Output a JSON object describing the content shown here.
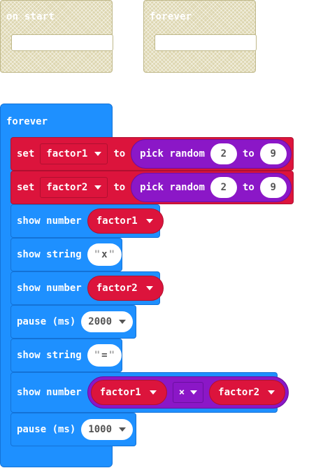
{
  "workspace": {
    "disabled_blocks": [
      {
        "label": "on start"
      },
      {
        "label": "forever"
      }
    ]
  },
  "forever_block": {
    "label": "forever",
    "statements": [
      {
        "type": "set",
        "kw_set": "set",
        "variable": "factor1",
        "kw_to": "to",
        "random": {
          "label": "pick random",
          "from": "2",
          "to_kw": "to",
          "to": "9"
        }
      },
      {
        "type": "set",
        "kw_set": "set",
        "variable": "factor2",
        "kw_to": "to",
        "random": {
          "label": "pick random",
          "from": "2",
          "to_kw": "to",
          "to": "9"
        }
      },
      {
        "type": "show_number",
        "label": "show number",
        "value": "factor1"
      },
      {
        "type": "show_string",
        "label": "show string",
        "quote_open": "\"",
        "value": "x",
        "quote_close": "\""
      },
      {
        "type": "show_number",
        "label": "show number",
        "value": "factor2"
      },
      {
        "type": "pause",
        "label": "pause (ms)",
        "value": "2000"
      },
      {
        "type": "show_string",
        "label": "show string",
        "quote_open": "\"",
        "value": "=",
        "quote_close": "\""
      },
      {
        "type": "show_number_op",
        "label": "show number",
        "left": "factor1",
        "operator": "×",
        "right": "factor2"
      },
      {
        "type": "pause",
        "label": "pause (ms)",
        "value": "1000"
      }
    ]
  },
  "colors": {
    "variables": "#dc143c",
    "basic": "#1e90ff",
    "math": "#8b17c7",
    "disabled": "#ddd6b0"
  }
}
